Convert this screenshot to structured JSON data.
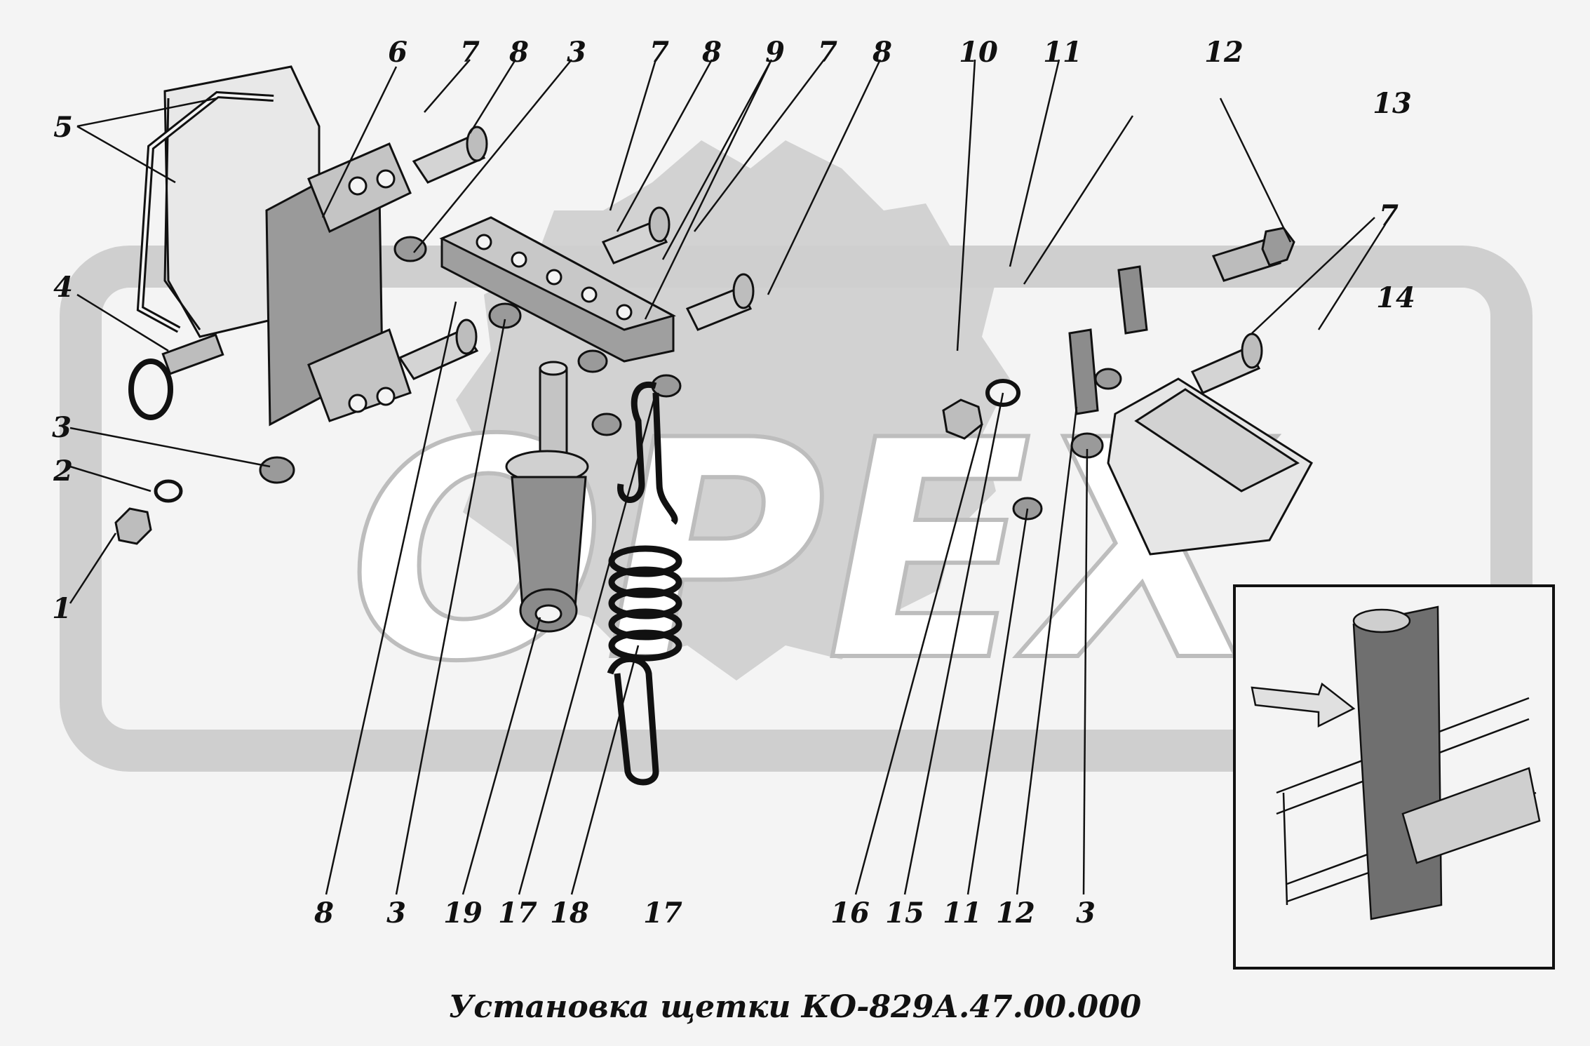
{
  "caption": "Установка щетки КО-829А.47.00.000",
  "watermark_text": "ОРЕХ",
  "callouts": [
    "1",
    "2",
    "3",
    "4",
    "5",
    "6",
    "7",
    "8",
    "9",
    "10",
    "11",
    "12",
    "13",
    "14",
    "15",
    "16",
    "17",
    "18",
    "19"
  ],
  "colors": {
    "background": "#f4f4f4",
    "watermark": "#cfcfcf",
    "ink": "#111111",
    "part_fill": "#b9b9b9"
  }
}
